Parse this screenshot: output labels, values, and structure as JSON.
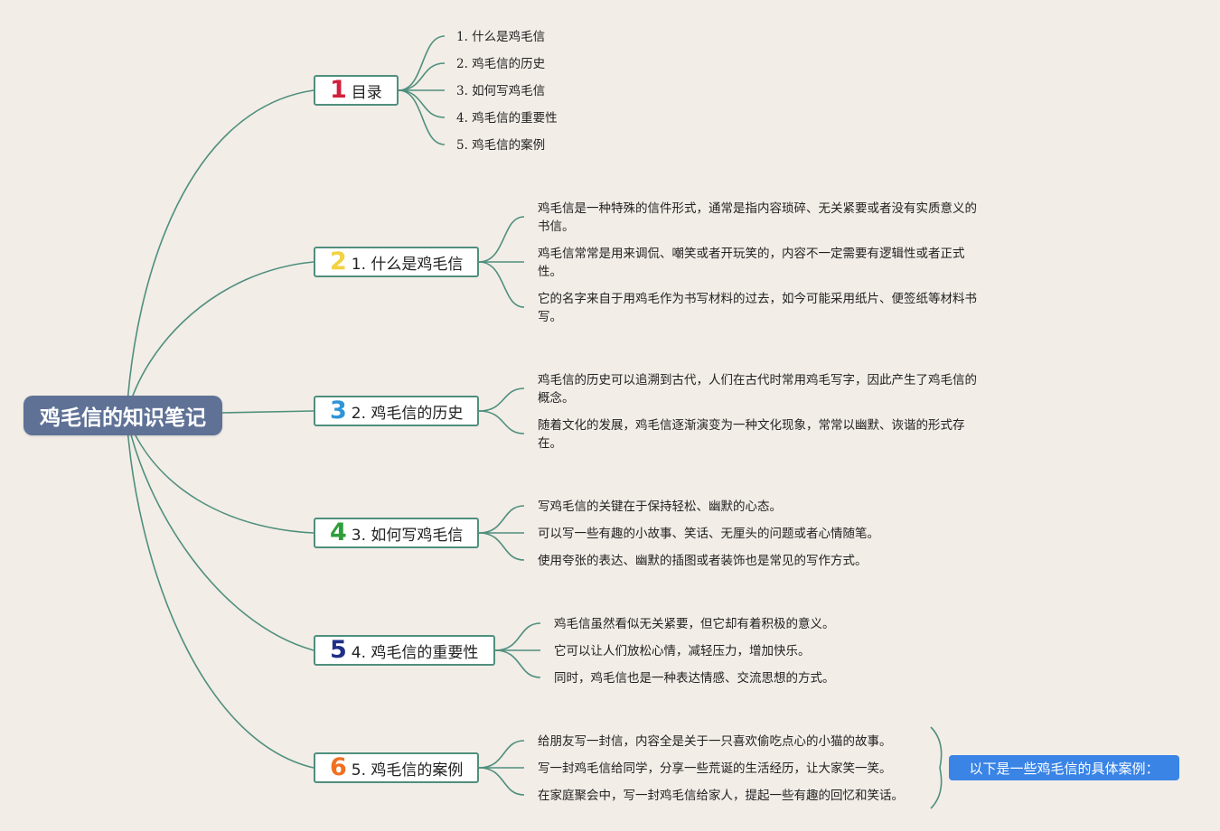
{
  "root": {
    "title": "鸡毛信的知识笔记"
  },
  "colors": {
    "root_bg": "#5f7296",
    "line": "#4f8f7e",
    "callout_bg": "#3a84e6",
    "num1": "#d21f3c",
    "num2": "#f2d240",
    "num3": "#2e95d8",
    "num4": "#2e9e3a",
    "num5": "#1f2f86",
    "num6": "#f07020"
  },
  "branches": [
    {
      "number": "1",
      "label": "目录",
      "leaves": [
        "1. 什么是鸡毛信",
        "2. 鸡毛信的历史",
        "3. 如何写鸡毛信",
        "4. 鸡毛信的重要性",
        "5. 鸡毛信的案例"
      ]
    },
    {
      "number": "2",
      "label": "1. 什么是鸡毛信",
      "leaves": [
        "鸡毛信是一种特殊的信件形式，通常是指内容琐碎、无关紧要或者没有实质意义的书信。",
        "鸡毛信常常是用来调侃、嘲笑或者开玩笑的，内容不一定需要有逻辑性或者正式性。",
        "它的名字来自于用鸡毛作为书写材料的过去，如今可能采用纸片、便签纸等材料书写。"
      ]
    },
    {
      "number": "3",
      "label": "2. 鸡毛信的历史",
      "leaves": [
        "鸡毛信的历史可以追溯到古代，人们在古代时常用鸡毛写字，因此产生了鸡毛信的概念。",
        "随着文化的发展，鸡毛信逐渐演变为一种文化现象，常常以幽默、诙谐的形式存在。"
      ]
    },
    {
      "number": "4",
      "label": "3. 如何写鸡毛信",
      "leaves": [
        "写鸡毛信的关键在于保持轻松、幽默的心态。",
        "可以写一些有趣的小故事、笑话、无厘头的问题或者心情随笔。",
        "使用夸张的表达、幽默的插图或者装饰也是常见的写作方式。"
      ]
    },
    {
      "number": "5",
      "label": "4. 鸡毛信的重要性",
      "leaves": [
        "鸡毛信虽然看似无关紧要，但它却有着积极的意义。",
        "它可以让人们放松心情，减轻压力，增加快乐。",
        "同时，鸡毛信也是一种表达情感、交流思想的方式。"
      ]
    },
    {
      "number": "6",
      "label": "5. 鸡毛信的案例",
      "leaves": [
        "给朋友写一封信，内容全是关于一只喜欢偷吃点心的小猫的故事。",
        "写一封鸡毛信给同学，分享一些荒诞的生活经历，让大家笑一笑。",
        "在家庭聚会中，写一封鸡毛信给家人，提起一些有趣的回忆和笑话。"
      ]
    }
  ],
  "callout": {
    "label": "以下是一些鸡毛信的具体案例："
  }
}
